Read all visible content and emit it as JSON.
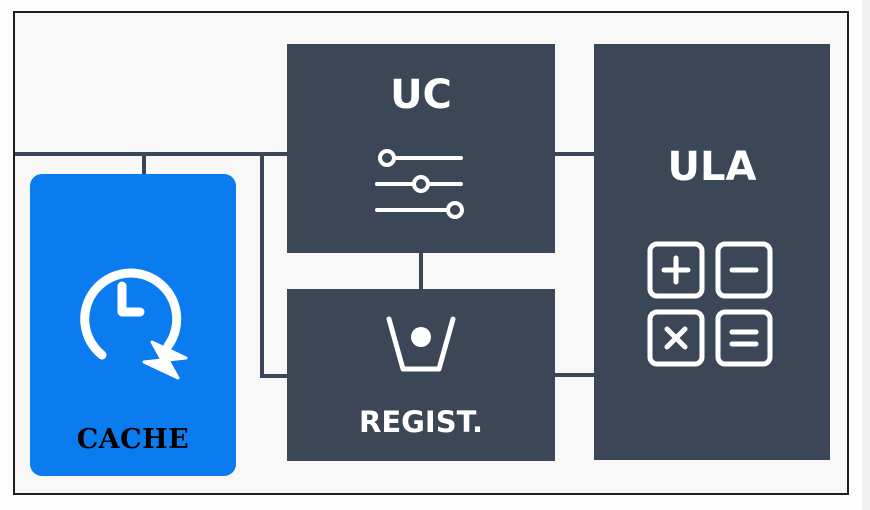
{
  "diagram": {
    "blocks": {
      "uc": {
        "label": "UC",
        "icon": "sliders-icon"
      },
      "ula": {
        "label": "ULA",
        "icon": "calculator-icon"
      },
      "regist": {
        "label": "REGIST.",
        "icon": "container-icon"
      },
      "cache": {
        "label": "CACHE",
        "icon": "clock-lightning-icon"
      }
    },
    "colors": {
      "block": "#3b4757",
      "cache": "#0a7cf0",
      "wire": "#3b4656",
      "frame": "#1e1e1e",
      "label_light": "#ffffff",
      "label_dark": "#000000"
    }
  }
}
